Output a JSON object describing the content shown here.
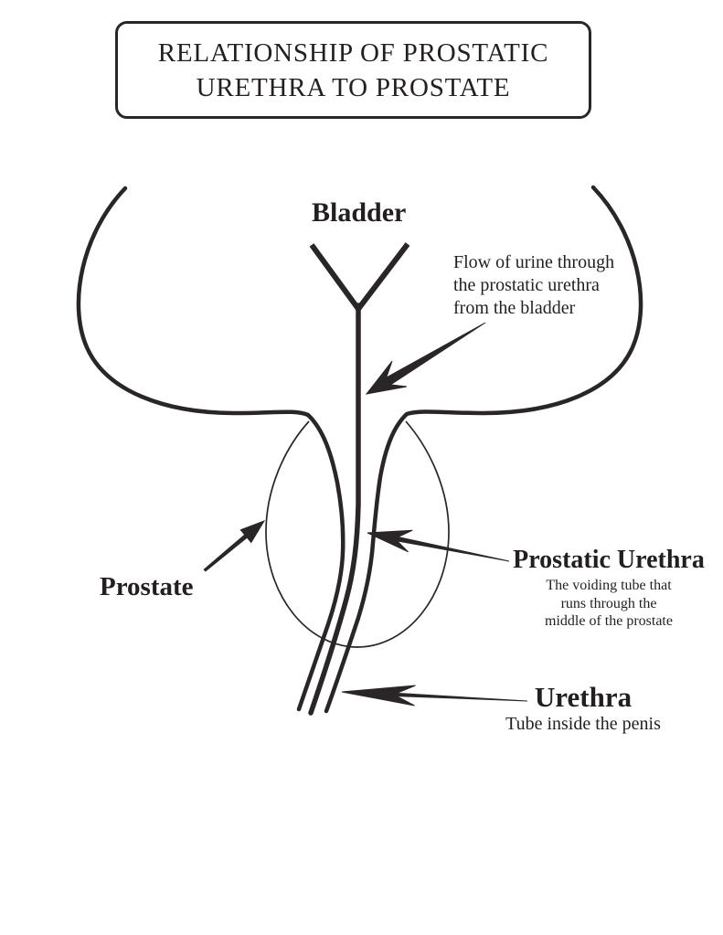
{
  "title": {
    "line1": "RELATIONSHIP OF PROSTATIC",
    "line2": "URETHRA TO PROSTATE"
  },
  "labels": {
    "bladder": "Bladder",
    "flow_note_line1": "Flow of urine through",
    "flow_note_line2": "the prostatic urethra",
    "flow_note_line3": "from the bladder",
    "prostate": "Prostate",
    "prostatic_urethra_title": "Prostatic Urethra",
    "prostatic_urethra_desc_line1": "The voiding tube that",
    "prostatic_urethra_desc_line2": "runs through the",
    "prostatic_urethra_desc_line3": "middle of the prostate",
    "urethra_title": "Urethra",
    "urethra_desc": "Tube inside the penis"
  },
  "colors": {
    "ink": "#2a2627",
    "background": "#ffffff"
  }
}
